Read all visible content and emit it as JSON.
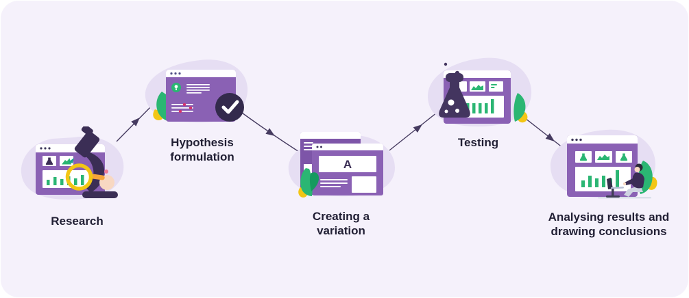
{
  "figure": {
    "type": "process-flow-infographic",
    "background": "#f5f1fb",
    "outer_background": "#ffffff"
  },
  "palette": {
    "blob": "#e6def3",
    "window_purple": "#8a61b4",
    "window_purple_back": "#7d55a8",
    "dark_purple": "#3a2d56",
    "check_badge": "#332a4c",
    "green": "#2bb673",
    "yellow": "#f3c614",
    "orange_handle": "#f5a53b",
    "pink_dot": "#d6336c",
    "skin": "#f8d8c2",
    "label_text": "#211f34",
    "arrow": "#463b60"
  },
  "steps": [
    {
      "id": "research",
      "label": "Research",
      "icons": [
        "browser-window",
        "flask-thumbnail",
        "chart-thumbnail",
        "bar-chart",
        "microscope",
        "magnifying-glass"
      ]
    },
    {
      "id": "hypothesis-formulation",
      "label": "Hypothesis formulation",
      "icons": [
        "browser-window",
        "lightbulb-badge",
        "text-lines",
        "slider-list",
        "check-badge"
      ]
    },
    {
      "id": "creating-a-variation",
      "label": "Creating a variation",
      "letter": "A",
      "icons": [
        "browser-window-back",
        "browser-window-front",
        "variant-letter-card",
        "text-lines"
      ]
    },
    {
      "id": "testing",
      "label": "Testing",
      "icons": [
        "browser-window",
        "area-chart-thumbnail",
        "dash-thumbnail",
        "bar-chart",
        "lab-flask"
      ]
    },
    {
      "id": "analysing-results",
      "label": "Analysing results and drawing conclusions",
      "icons": [
        "browser-window",
        "flask-thumbnail",
        "area-chart-thumbnail",
        "flask-thumbnail",
        "bar-chart",
        "person-at-laptop"
      ]
    }
  ],
  "connectors": [
    {
      "from": "research",
      "to": "hypothesis-formulation",
      "direction": "up-right"
    },
    {
      "from": "hypothesis-formulation",
      "to": "creating-a-variation",
      "direction": "down-right"
    },
    {
      "from": "creating-a-variation",
      "to": "testing",
      "direction": "up-right"
    },
    {
      "from": "testing",
      "to": "analysing-results",
      "direction": "down-right"
    }
  ]
}
